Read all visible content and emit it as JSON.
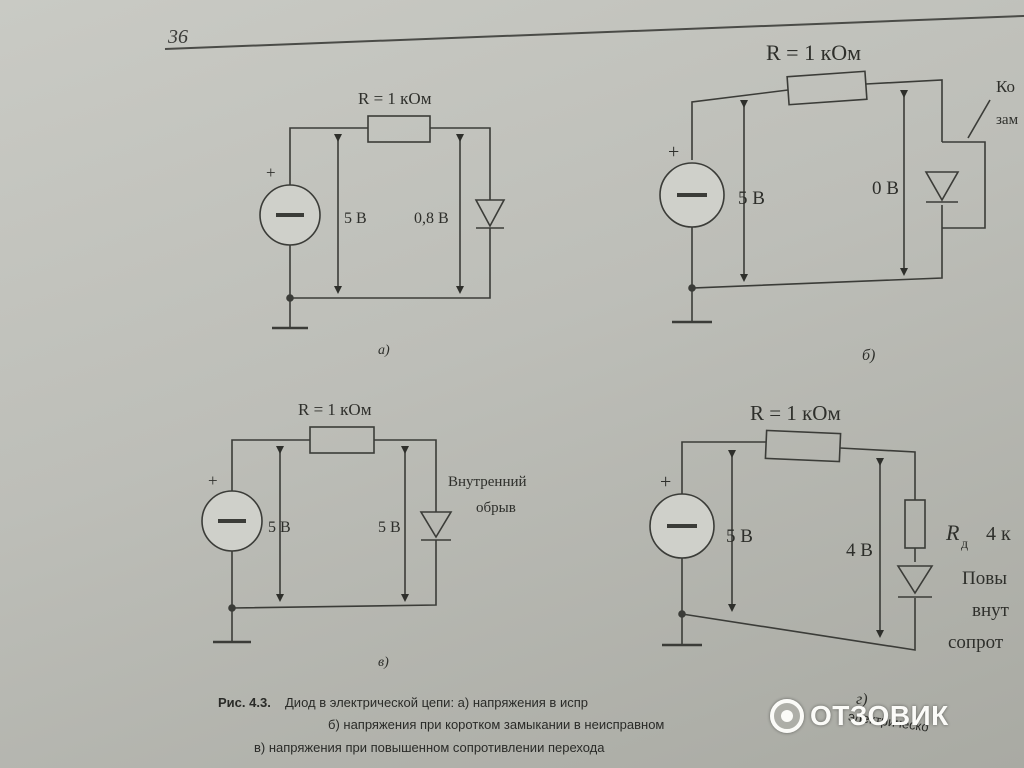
{
  "page": {
    "number": "36"
  },
  "circuits": {
    "a": {
      "resistor_label": "R = 1 кОм",
      "source_voltage": "5 В",
      "diode_voltage": "0,8 В",
      "source_sign": "+",
      "figure_label": "а)"
    },
    "b": {
      "resistor_label": "R = 1 кОм",
      "source_voltage": "5 В",
      "diode_voltage": "0 В",
      "source_sign": "+",
      "side_note_lines": [
        "Ко",
        "зам"
      ],
      "figure_label": "б)"
    },
    "c": {
      "resistor_label": "R = 1 кОм",
      "source_voltage": "5 В",
      "diode_voltage": "5 В",
      "source_sign": "+",
      "side_note_lines": [
        "Внутренний",
        "обрыв"
      ],
      "figure_label": "в)"
    },
    "d": {
      "resistor_label": "R = 1 кОм",
      "source_voltage": "5 В",
      "diode_voltage": "4 В",
      "source_sign": "+",
      "extra_resistor_symbol": "R",
      "extra_resistor_subscript": "д",
      "extra_resistor_value": "4 к",
      "side_note_lines": [
        "Повы",
        "внут",
        "сопрот"
      ],
      "figure_label": "г)"
    }
  },
  "caption": {
    "title": "Рис. 4.3.",
    "line1": "Диод в электрической цепи: а) напряжения в испр",
    "line1_tail": "электрическо",
    "line2": "б) напряжения при коротком замыкании в неисправном",
    "line3": "в) напряжения при повышенном сопротивлении перехода"
  },
  "watermark": {
    "text": "ОТЗОВИК"
  }
}
